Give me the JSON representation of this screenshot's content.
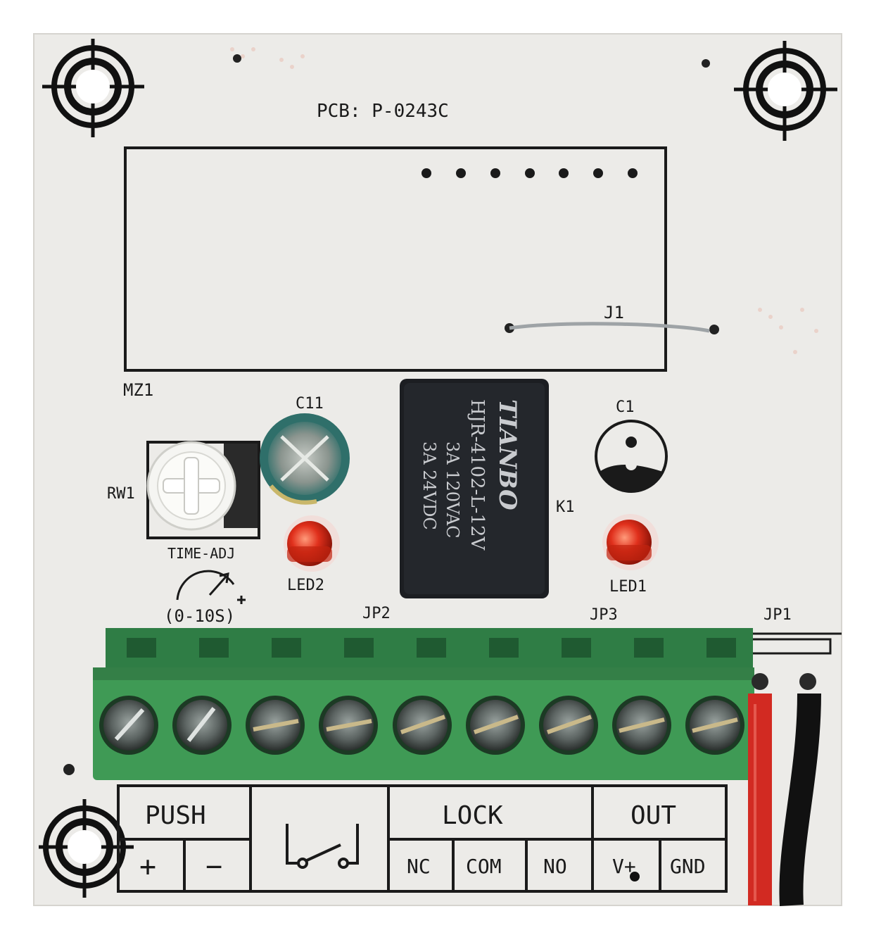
{
  "board": {
    "pcb_label": "PCB: P-0243C",
    "mz1_label": "MZ1",
    "j1_label": "J1",
    "c11_label": "C11",
    "c1_label": "C1",
    "k1_label": "K1",
    "rw1_label": "RW1",
    "time_adj_label": "TIME-ADJ",
    "range_label": "(0-10S)",
    "led2_label": "LED2",
    "led1_label": "LED1",
    "jp1_label": "JP1",
    "jp2_label": "JP2",
    "jp3_label": "JP3"
  },
  "relay": {
    "brand": "TIANBO",
    "model": "HJR-4102-L-12V",
    "rating_ac": "3A 120VAC",
    "rating_dc": "3A 24VDC"
  },
  "terminal_legend": {
    "push": "PUSH",
    "plus": "+",
    "minus": "−",
    "lock": "LOCK",
    "nc": "NC",
    "com": "COM",
    "no": "NO",
    "out": "OUT",
    "vplus": "V+",
    "gnd": "GND"
  },
  "colors": {
    "board": "#ecebe8",
    "terminal_green": "#3f9a55",
    "relay_black": "#1c1e22",
    "led_red": "#e0301c",
    "wire_red": "#d22a22",
    "wire_black": "#111111",
    "capacitor_teal": "#2f6f6a"
  }
}
